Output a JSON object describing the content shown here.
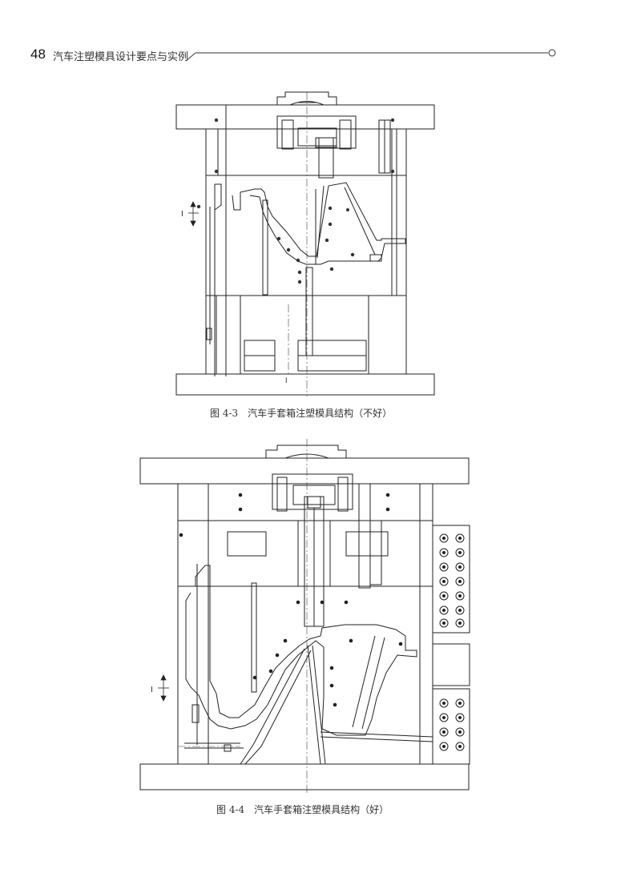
{
  "header": {
    "page_number": "48",
    "running_title": "汽车注塑模具设计要点与实例"
  },
  "figure1": {
    "caption": "图 4-3　汽车手套箱注塑模具结构（不好）",
    "section_mark": "I"
  },
  "figure2": {
    "caption": "图 4-4　汽车手套箱注塑模具结构（好）",
    "section_mark": "I"
  }
}
